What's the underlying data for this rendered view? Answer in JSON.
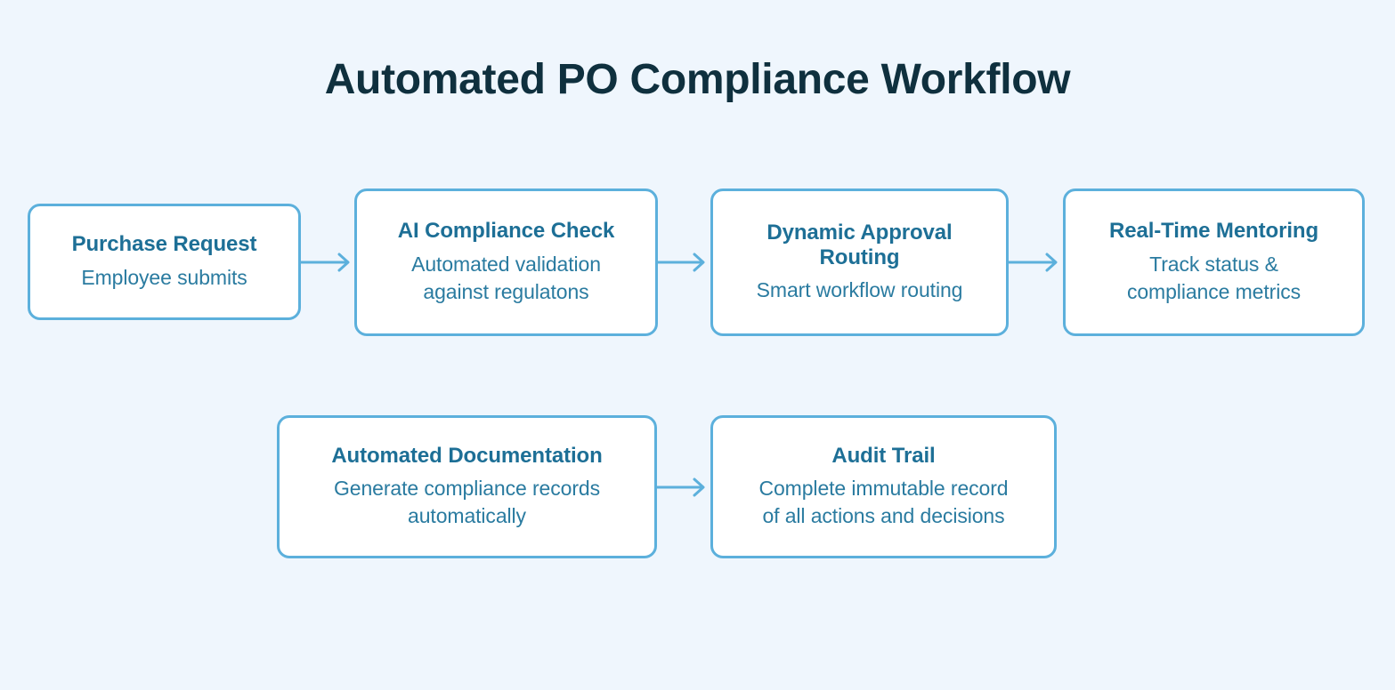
{
  "title": "Automated PO Compliance Workflow",
  "colors": {
    "background": "#eff6fd",
    "node_fill": "#ffffff",
    "node_border": "#5cb0dc",
    "node_title_text": "#1d6f96",
    "node_desc_text": "#2a7ba0",
    "page_title_text": "#0f303e",
    "arrow": "#5cb0dc"
  },
  "chart_data": {
    "type": "diagram",
    "title": "Automated PO Compliance Workflow",
    "layout": "two-row left-to-right flow",
    "nodes": [
      {
        "id": "purchase-request",
        "row": 1,
        "order": 1,
        "title": "Purchase Request",
        "desc": "Employee submits"
      },
      {
        "id": "ai-compliance-check",
        "row": 1,
        "order": 2,
        "title": "AI Compliance Check",
        "desc": "Automated validation against regulatons"
      },
      {
        "id": "dynamic-approval",
        "row": 1,
        "order": 3,
        "title": "Dynamic Approval Routing",
        "desc": "Smart workflow routing"
      },
      {
        "id": "real-time-mentoring",
        "row": 1,
        "order": 4,
        "title": "Real-Time Mentoring",
        "desc": "Track status & compliance metrics"
      },
      {
        "id": "automated-documentation",
        "row": 2,
        "order": 1,
        "title": "Automated Documentation",
        "desc": "Generate compliance records automatically"
      },
      {
        "id": "audit-trail",
        "row": 2,
        "order": 2,
        "title": "Audit Trail",
        "desc": "Complete immutable record of all actions and decisions"
      }
    ],
    "edges": [
      {
        "from": "purchase-request",
        "to": "ai-compliance-check",
        "style": "arrow-right"
      },
      {
        "from": "ai-compliance-check",
        "to": "dynamic-approval",
        "style": "arrow-right"
      },
      {
        "from": "dynamic-approval",
        "to": "real-time-mentoring",
        "style": "arrow-right"
      },
      {
        "from": "automated-documentation",
        "to": "audit-trail",
        "style": "arrow-right"
      }
    ]
  },
  "nodes": {
    "purchase_request": {
      "title": "Purchase Request",
      "desc": "Employee submits"
    },
    "ai_compliance_check": {
      "title": "AI Compliance Check",
      "desc_line1": "Automated validation",
      "desc_line2": "against regulatons"
    },
    "dynamic_approval_routing": {
      "title_line1": "Dynamic Approval",
      "title_line2": "Routing",
      "desc": "Smart workflow routing"
    },
    "real_time_mentoring": {
      "title": "Real-Time Mentoring",
      "desc_line1": "Track status &",
      "desc_line2": "compliance metrics"
    },
    "automated_documentation": {
      "title": "Automated Documentation",
      "desc_line1": "Generate compliance records",
      "desc_line2": "automatically"
    },
    "audit_trail": {
      "title": "Audit Trail",
      "desc_line1": "Complete immutable record",
      "desc_line2": "of all actions and decisions"
    }
  }
}
